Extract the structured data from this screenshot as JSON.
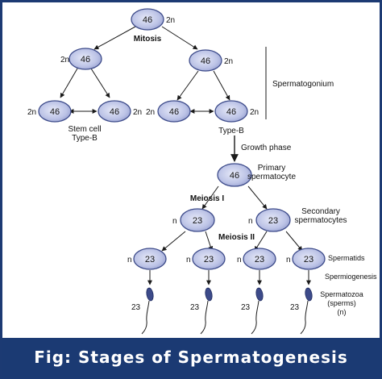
{
  "caption": "Fig: Stages of Spermatogenesis",
  "colors": {
    "cell_fill": "#bcc3e6",
    "cell_stroke": "#3d4b8a",
    "caption_bg": "#1b3a73",
    "caption_text": "#ffffff",
    "line": "#1a1a1a"
  },
  "cells": {
    "top": {
      "number": "46",
      "ploidy": "2n"
    },
    "left_mid": {
      "number": "46",
      "ploidy": "2n"
    },
    "right_mid": {
      "number": "46",
      "ploidy": "2n"
    },
    "stem_cell": {
      "number": "46",
      "ploidy": "2n"
    },
    "type_b_left": {
      "number": "46",
      "ploidy": "2n"
    },
    "right_left": {
      "number": "46",
      "ploidy": "2n"
    },
    "type_b_right": {
      "number": "46",
      "ploidy": "2n"
    },
    "primary": {
      "number": "46"
    },
    "secondary_left": {
      "number": "23",
      "ploidy": "n"
    },
    "secondary_right": {
      "number": "23",
      "ploidy": "n"
    },
    "spermatid_1": {
      "number": "23",
      "ploidy": "n"
    },
    "spermatid_2": {
      "number": "23",
      "ploidy": "n"
    },
    "spermatid_3": {
      "number": "23",
      "ploidy": "n"
    },
    "spermatid_4": {
      "number": "23",
      "ploidy": "n"
    }
  },
  "sperms": [
    "23",
    "23",
    "23",
    "23"
  ],
  "labels": {
    "mitosis": "Mitosis",
    "spermatogonium": "Spermatogonium",
    "stem_cell": "Stem cell",
    "stem_cell_type": "Type-B",
    "type_b": "Type-B",
    "growth_phase": "Growth phase",
    "primary_1": "Primary",
    "primary_2": "spermatocyte",
    "meiosis_1": "Meiosis I",
    "meiosis_2": "Meiosis II",
    "secondary_1": "Secondary",
    "secondary_2": "spermatocytes",
    "spermatids": "Spermatids",
    "spermiogenesis": "Spermiogenesis",
    "spermatozoa_1": "Spermatozoa",
    "spermatozoa_2": "(sperms)",
    "spermatozoa_3": "(n)"
  }
}
